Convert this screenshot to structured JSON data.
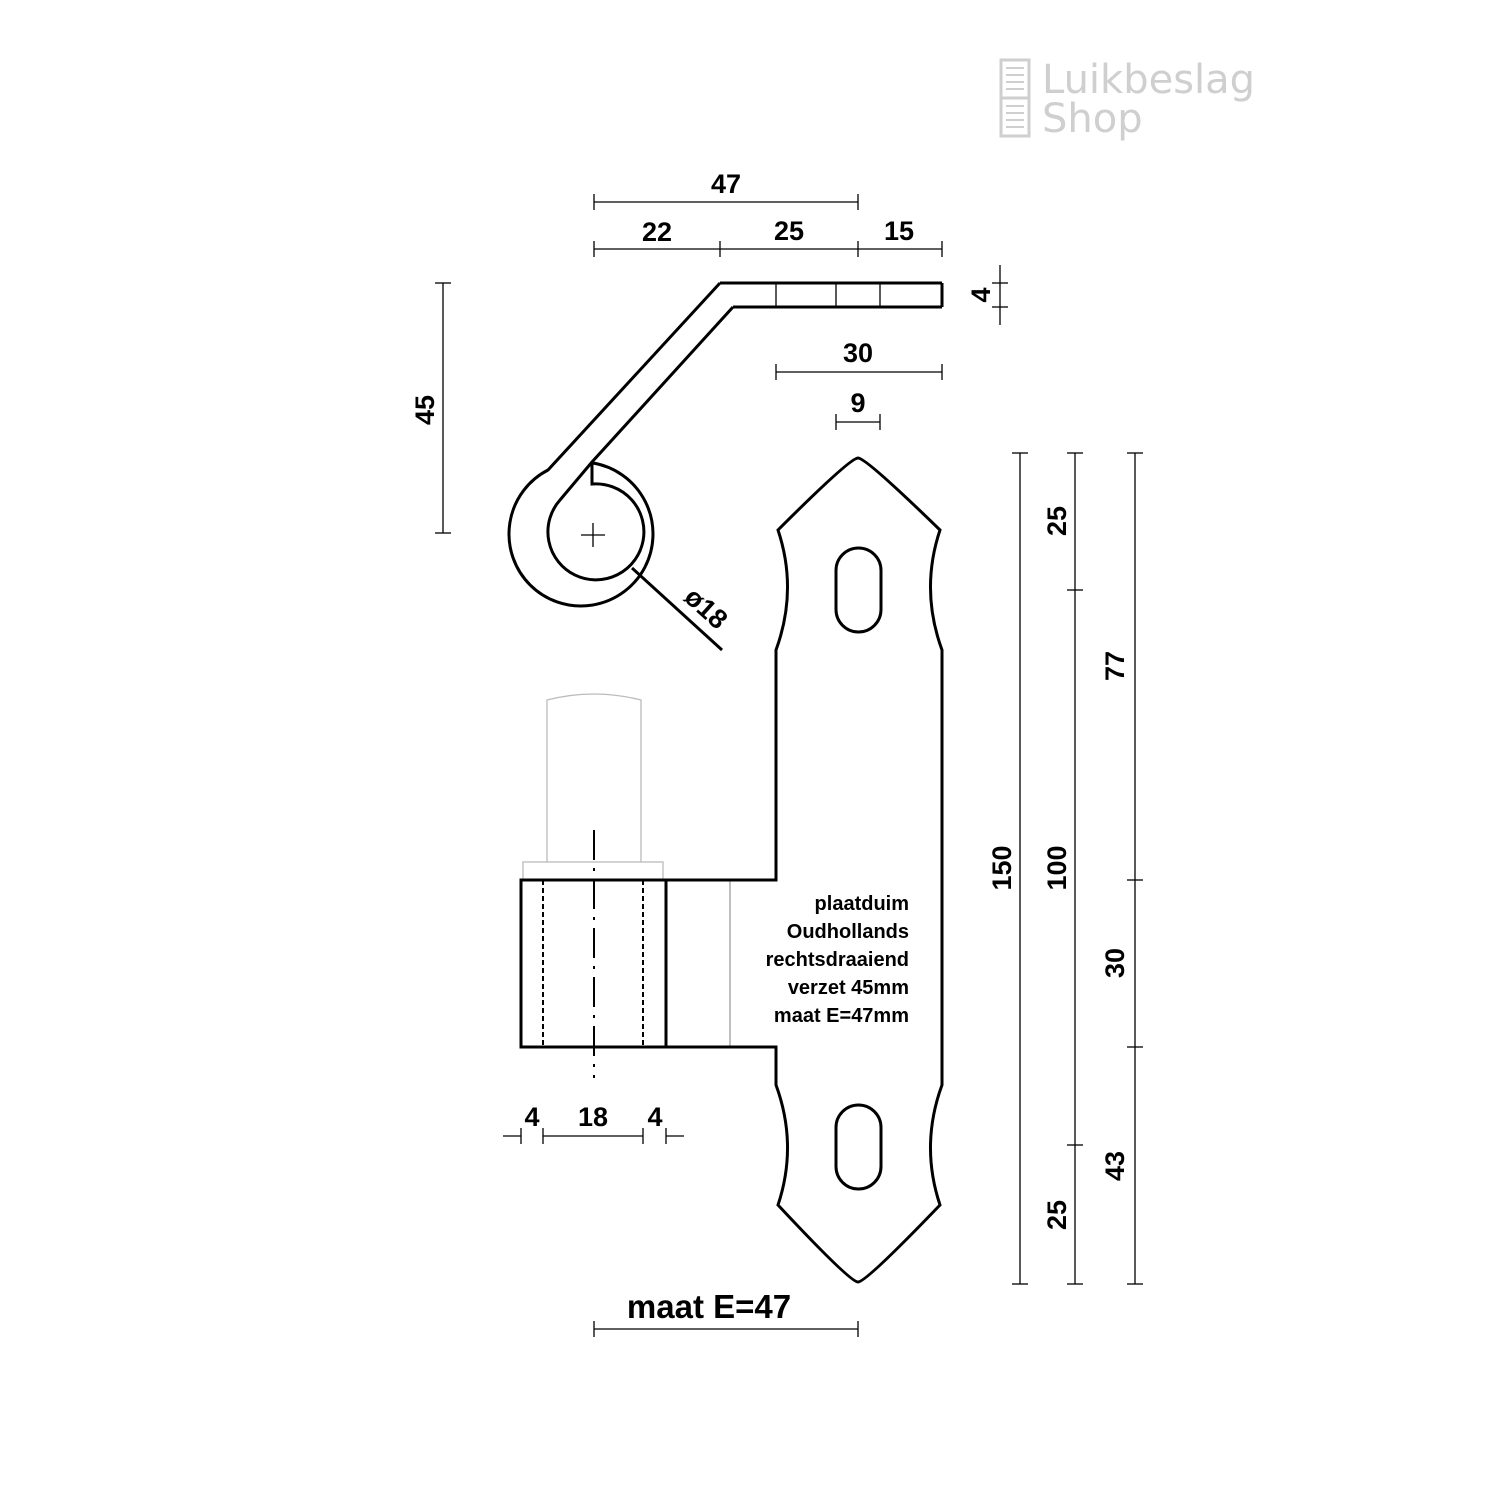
{
  "logo": {
    "line1": "Luikbeslag",
    "line2": "Shop"
  },
  "dimensions": {
    "top_total": "47",
    "top_a": "22",
    "top_b": "25",
    "top_c": "15",
    "thickness": "4",
    "plate_width": "30",
    "slot_width": "9",
    "offset_height": "45",
    "eye_diameter": "ø18",
    "height_total": "150",
    "height_holes": "100",
    "top_end": "25",
    "bottom_end": "25",
    "upper": "77",
    "sleeve": "30",
    "lower": "43",
    "wall_left": "4",
    "bore": "18",
    "wall_right": "4"
  },
  "note": [
    "plaatduim",
    "Oudhollands",
    "rechtsdraaiend",
    "verzet 45mm",
    "maat E=47mm"
  ],
  "maat_label": "maat E=47"
}
